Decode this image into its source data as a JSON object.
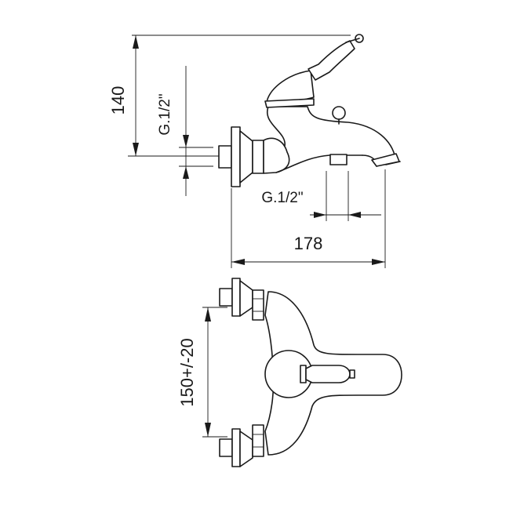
{
  "dimensions": {
    "height_label": "140",
    "inlet_thread_label": "G.1/2\"",
    "outlet_thread_label": "G.1/2\"",
    "length_label": "178",
    "center_distance_label": "150+/-20"
  },
  "colors": {
    "line": "#1a1a1a",
    "background": "#ffffff"
  }
}
